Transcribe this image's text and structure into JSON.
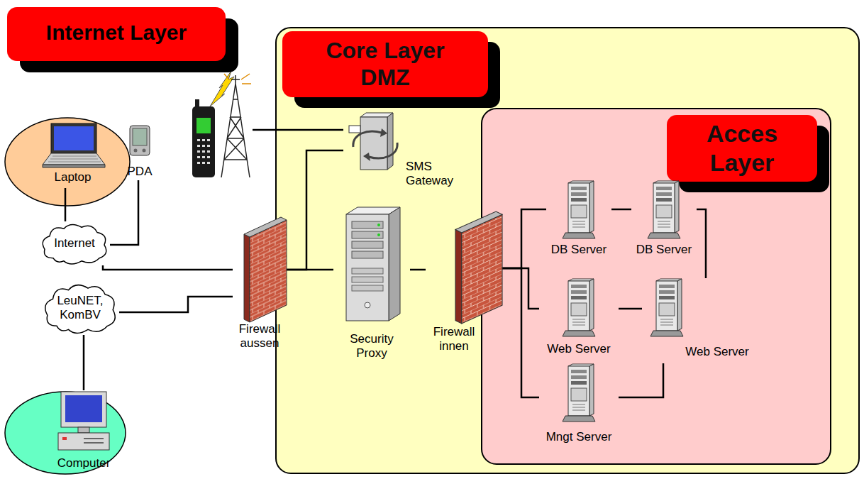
{
  "diagram": {
    "nodes": [
      {
        "text": [
          "Internet Layer"
        ]
      },
      {
        "text": [
          "Laptop"
        ]
      },
      {
        "text": [
          "PDA"
        ]
      },
      {
        "text": [
          "Internet"
        ]
      },
      {
        "text": [
          "LeuNET, KomBV"
        ]
      },
      {
        "text": [
          "Computer"
        ]
      },
      {
        "text": [
          "Core Layer DMZ"
        ]
      },
      {
        "text": [
          "SMS Gateway"
        ],
        "in": 6
      },
      {
        "text": [
          "Firewall aussen"
        ]
      },
      {
        "text": [
          "Security Proxy"
        ],
        "in": 6
      },
      {
        "text": [
          "Firewall innen"
        ],
        "in": 6
      },
      {
        "text": [
          "Acces Layer"
        ],
        "in": 6
      },
      {
        "text": [
          "DB Server"
        ],
        "in": 11
      },
      {
        "text": [
          "DB Server"
        ],
        "in": 11
      },
      {
        "text": [
          "Web Server"
        ],
        "in": 11
      },
      {
        "text": [
          "Web Server"
        ],
        "in": 11
      },
      {
        "text": [
          "Mngt Server"
        ],
        "in": 11
      }
    ],
    "edges": [
      {
        "from": 1,
        "to": 3,
        "arrow": "none"
      },
      {
        "from": 2,
        "to": 3,
        "arrow": "none"
      },
      {
        "from": 3,
        "to": 8,
        "arrow": "none"
      },
      {
        "from": 4,
        "to": 8,
        "arrow": "none"
      },
      {
        "from": 5,
        "to": 4,
        "arrow": "none"
      },
      {
        "from": 8,
        "to": 7,
        "arrow": "none"
      },
      {
        "from": 8,
        "to": 9,
        "arrow": "none"
      },
      {
        "from": 9,
        "to": 10,
        "arrow": "none"
      },
      {
        "from": 10,
        "to": 12,
        "arrow": "none"
      },
      {
        "from": 10,
        "to": 14,
        "arrow": "none"
      },
      {
        "from": 10,
        "to": 16,
        "arrow": "none"
      },
      {
        "from": 12,
        "to": 13,
        "arrow": "none"
      },
      {
        "from": 13,
        "to": 15,
        "arrow": "none"
      },
      {
        "from": 14,
        "to": 15,
        "arrow": "none"
      },
      {
        "from": 16,
        "to": 15,
        "arrow": "none"
      }
    ]
  }
}
